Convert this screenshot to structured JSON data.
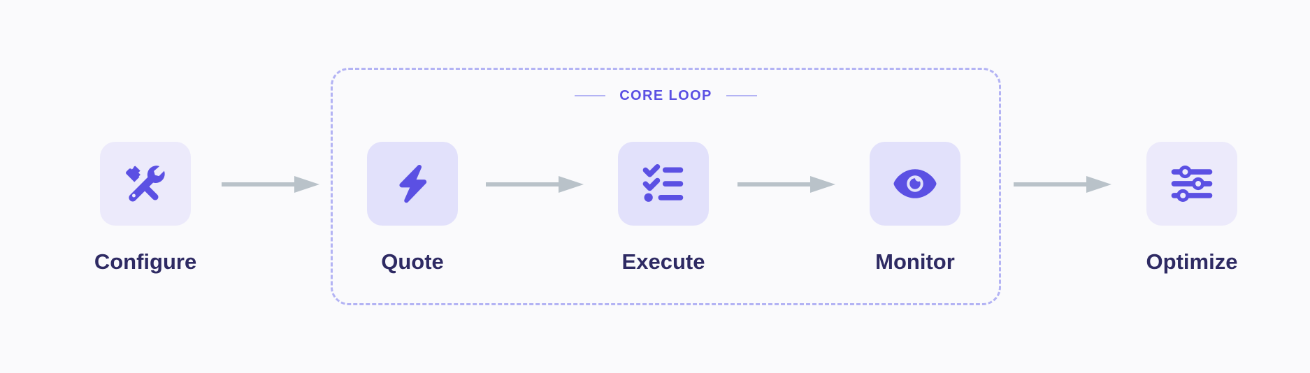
{
  "colors": {
    "background": "#fafafc",
    "accent": "#5b50e3",
    "tile_outer": "#eceafb",
    "tile_inner": "#e2e1fb",
    "label_text": "#2e2a63",
    "dashed_border": "#b3b3f4",
    "arrow": "#b9c2c9"
  },
  "core_loop": {
    "legend_label": "CORE LOOP"
  },
  "steps": [
    {
      "id": "configure",
      "label": "Configure",
      "icon": "tools-icon",
      "in_loop": false
    },
    {
      "id": "quote",
      "label": "Quote",
      "icon": "bolt-icon",
      "in_loop": true
    },
    {
      "id": "execute",
      "label": "Execute",
      "icon": "checklist-icon",
      "in_loop": true
    },
    {
      "id": "monitor",
      "label": "Monitor",
      "icon": "eye-icon",
      "in_loop": true
    },
    {
      "id": "optimize",
      "label": "Optimize",
      "icon": "sliders-icon",
      "in_loop": false
    }
  ],
  "arrows": [
    {
      "id": "arrow-configure-to-quote",
      "from": "configure",
      "to": "quote"
    },
    {
      "id": "arrow-quote-to-execute",
      "from": "quote",
      "to": "execute"
    },
    {
      "id": "arrow-execute-to-monitor",
      "from": "execute",
      "to": "monitor"
    },
    {
      "id": "arrow-monitor-to-optimize",
      "from": "monitor",
      "to": "optimize"
    }
  ]
}
